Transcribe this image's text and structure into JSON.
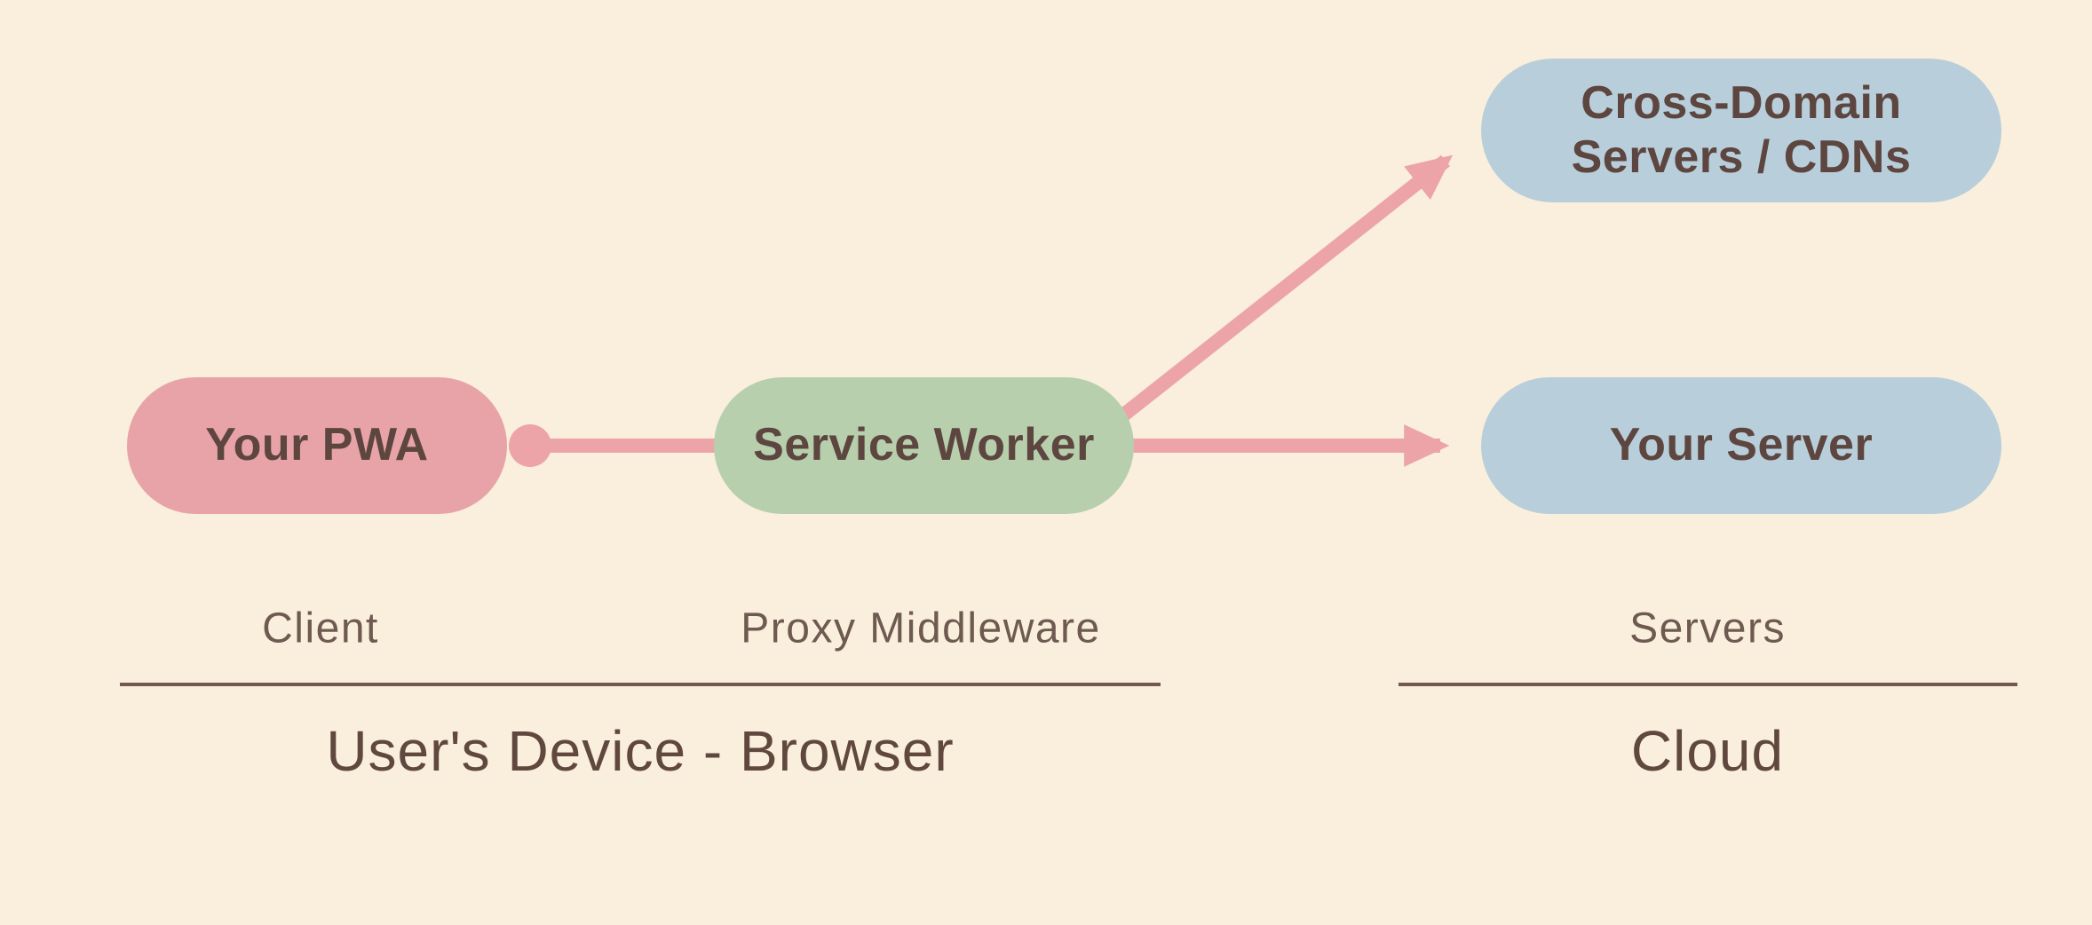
{
  "diagram": {
    "nodes": {
      "pwa": {
        "label": "Your PWA"
      },
      "service_worker": {
        "label": "Service Worker"
      },
      "cross_domain": {
        "lines": [
          "Cross-Domain",
          "Servers / CDNs"
        ]
      },
      "your_server": {
        "label": "Your Server"
      }
    },
    "group_labels": {
      "client": "Client",
      "proxy_middleware": "Proxy Middleware",
      "servers": "Servers"
    },
    "section_labels": {
      "device": "User's Device - Browser",
      "cloud": "Cloud"
    },
    "colors": {
      "background": "#f9efdc",
      "pwa_pill": "#e8a3a8",
      "service_worker_pill": "#b7cfad",
      "server_pill": "#b9cedb",
      "connector": "#eca4a9",
      "text_dark": "#5d463f",
      "text_muted": "#6e5a50",
      "divider": "#74584e"
    }
  }
}
